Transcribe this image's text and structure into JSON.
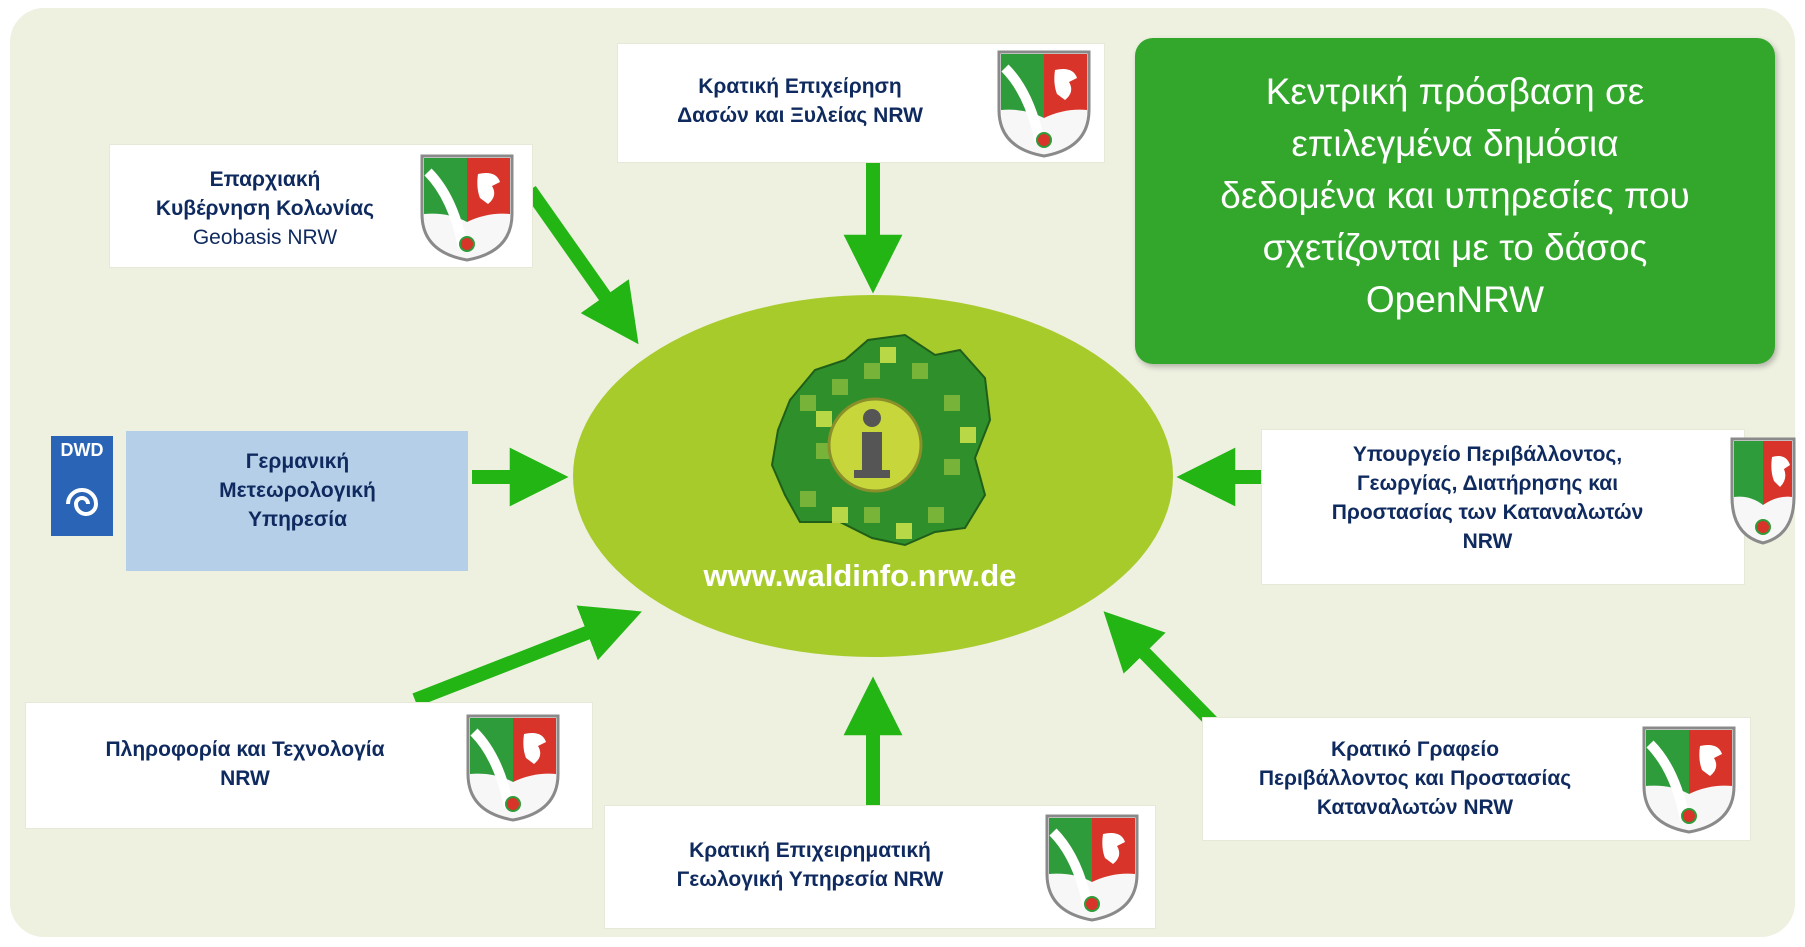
{
  "colors": {
    "panel": "#eef0e0",
    "arrow": "#22b514",
    "ellipse": "#a7cb2b",
    "callout": "#33a62c",
    "text": "#0f2a5e",
    "dwd_blue": "#2a64b6"
  },
  "center": {
    "url": "www.waldinfo.nrw.de",
    "icon": "info-map-icon"
  },
  "callout": {
    "lines": [
      "Κεντρική πρόσβαση σε",
      "επιλεγμένα δημόσια",
      "δεδομένα και υπηρεσίες που",
      "σχετίζονται με το δάσος",
      "OpenNRW"
    ]
  },
  "sources": {
    "top": {
      "lines": [
        "Κρατική Επιχείρηση",
        "Δασών και Ξυλείας NRW"
      ],
      "icon": "nrw-coat-of-arms-icon"
    },
    "top_left": {
      "lines": [
        "Επαρχιακή",
        "Κυβέρνηση Κολωνίας"
      ],
      "subline": "Geobasis NRW",
      "icon": "nrw-coat-of-arms-icon"
    },
    "left": {
      "lines": [
        "Γερμανική",
        "Μετεωρολογική",
        "Υπηρεσία"
      ],
      "logo_text": "DWD",
      "icon": "dwd-logo-icon"
    },
    "bottom_left": {
      "lines": [
        "Πληροφορία και Τεχνολογία",
        "NRW"
      ],
      "icon": "nrw-coat-of-arms-icon"
    },
    "bottom": {
      "lines": [
        "Κρατική Επιχειρηματική",
        "Γεωλογική Υπηρεσία NRW"
      ],
      "icon": "nrw-coat-of-arms-icon"
    },
    "bottom_right": {
      "lines": [
        "Κρατικό Γραφείο",
        "Περιβάλλοντος και Προστασίας",
        "Καταναλωτών NRW"
      ],
      "icon": "nrw-coat-of-arms-icon"
    },
    "right": {
      "lines": [
        "Υπουργείο Περιβάλλοντος,",
        "Γεωργίας, Διατήρησης και",
        "Προστασίας των Καταναλωτών",
        "NRW"
      ],
      "icon": "nrw-coat-of-arms-icon"
    }
  }
}
